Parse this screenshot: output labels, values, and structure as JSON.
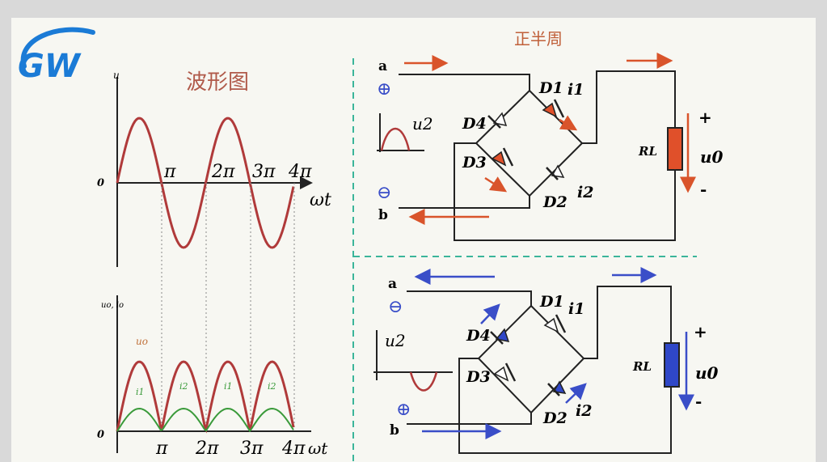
{
  "logo": {
    "text": "GW",
    "color": "#1b7bd6"
  },
  "waveform": {
    "title": "波形图",
    "top_axis_label": "u",
    "origin_top": "0",
    "origin_bottom": "0",
    "top_ticks": [
      "π",
      "2π",
      "3π",
      "4π"
    ],
    "top_x_label": "ωt",
    "bottom_axis_label": "uo, io",
    "uo_label": "uo",
    "i_labels": [
      "i1",
      "i2",
      "i1",
      "i2"
    ],
    "bottom_ticks": [
      "π",
      "2π",
      "3π",
      "4π"
    ],
    "bottom_x_label": "ωt"
  },
  "top_circuit": {
    "caption": "正半周",
    "terminal_a": "a",
    "terminal_b": "b",
    "plus_sign": "⊕",
    "minus_sign": "⊖",
    "source_label": "u2",
    "d1": "D1",
    "d2": "D2",
    "d3": "D3",
    "d4": "D4",
    "i1": "i1",
    "i2": "i2",
    "load": "RL",
    "out_plus": "+",
    "out_minus": "-",
    "out_label": "u0"
  },
  "bottom_circuit": {
    "terminal_a": "a",
    "terminal_b": "b",
    "plus_sign": "⊕",
    "minus_sign": "⊖",
    "source_label": "u2",
    "d1": "D1",
    "d2": "D2",
    "d3": "D3",
    "d4": "D4",
    "i1": "i1",
    "i2": "i2",
    "load": "RL",
    "out_plus": "+",
    "out_minus": "-",
    "out_label": "u0"
  },
  "colors": {
    "sine": "#b03a3a",
    "i_curve": "#3a9a3a",
    "positive_current": "#d9542b",
    "negative_current": "#3a4ec8",
    "divider": "#3bb59a",
    "wire": "#222222"
  }
}
